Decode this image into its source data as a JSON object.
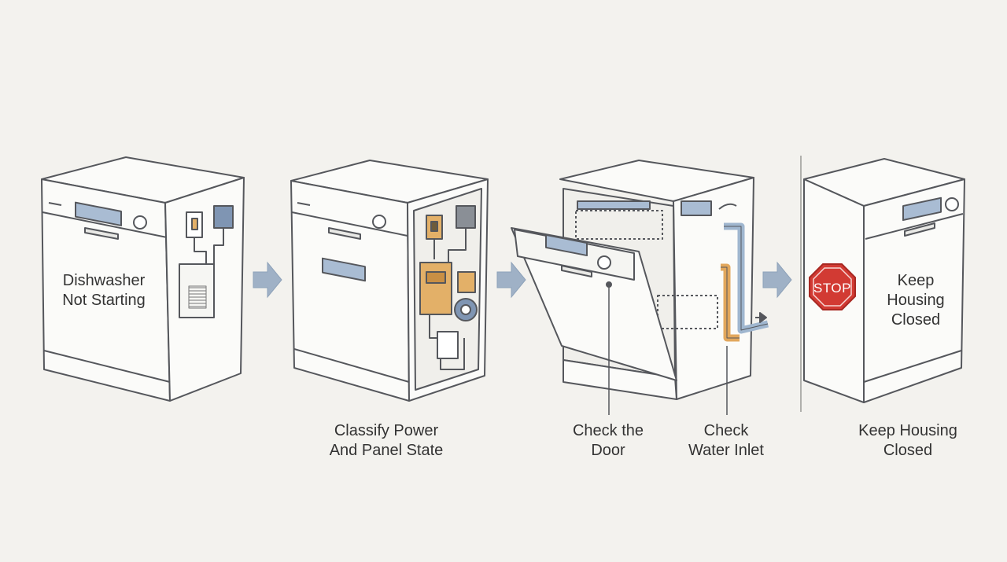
{
  "panels": [
    {
      "id": "p1",
      "overlay_label": [
        "Dishwasher",
        "Not Starting"
      ]
    },
    {
      "id": "p2",
      "caption": [
        "Classify Power",
        "And Panel State"
      ]
    },
    {
      "id": "p3",
      "caption_door": [
        "Check the",
        "Door"
      ],
      "caption_inlet": [
        "Check",
        "Water Inlet"
      ]
    },
    {
      "id": "p4",
      "stop_sign": "STOP",
      "overlay_label": [
        "Keep",
        "Housing",
        "Closed"
      ],
      "caption": [
        "Keep Housing",
        "Closed"
      ]
    }
  ],
  "colors": {
    "background": "#f3f2ee",
    "line": "#55575c",
    "panel_fill": "#fbfbf9",
    "display_blue": "#a9bcd3",
    "wire_box_blue": "#7f95b3",
    "component_orange": "#e3b068",
    "arrow_blue": "#9fb1c6",
    "stop_red": "#d23a33",
    "pipe_blue": "#9fb6cf",
    "pipe_orange": "#e2a75d"
  },
  "icons": [
    "arrow-right-icon",
    "stop-sign-icon",
    "dishwasher-icon"
  ]
}
